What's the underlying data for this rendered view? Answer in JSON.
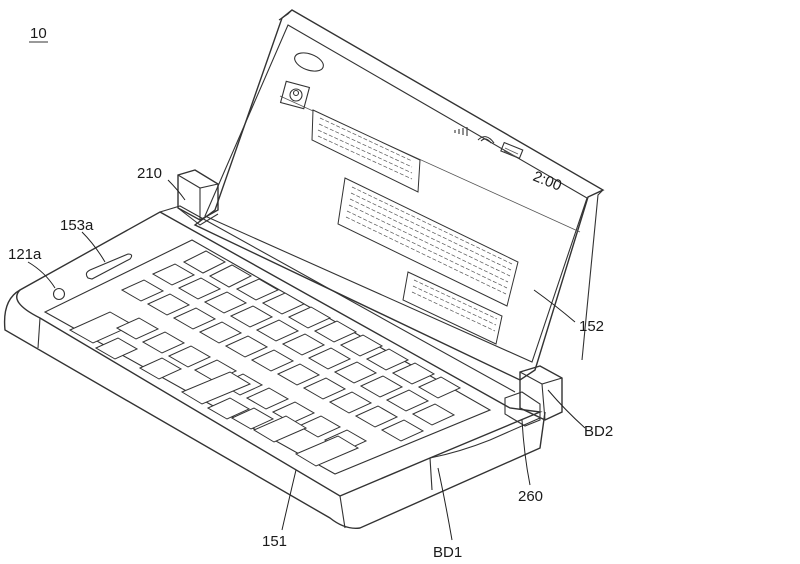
{
  "figure": {
    "number": "10",
    "status_bar": {
      "clock": "2:00"
    },
    "labels": {
      "hinge_left": "210",
      "speaker": "153a",
      "camera": "121a",
      "display": "152",
      "second_body": "BD2",
      "hinge_right": "260",
      "keyboard": "151",
      "first_body": "BD1"
    }
  }
}
